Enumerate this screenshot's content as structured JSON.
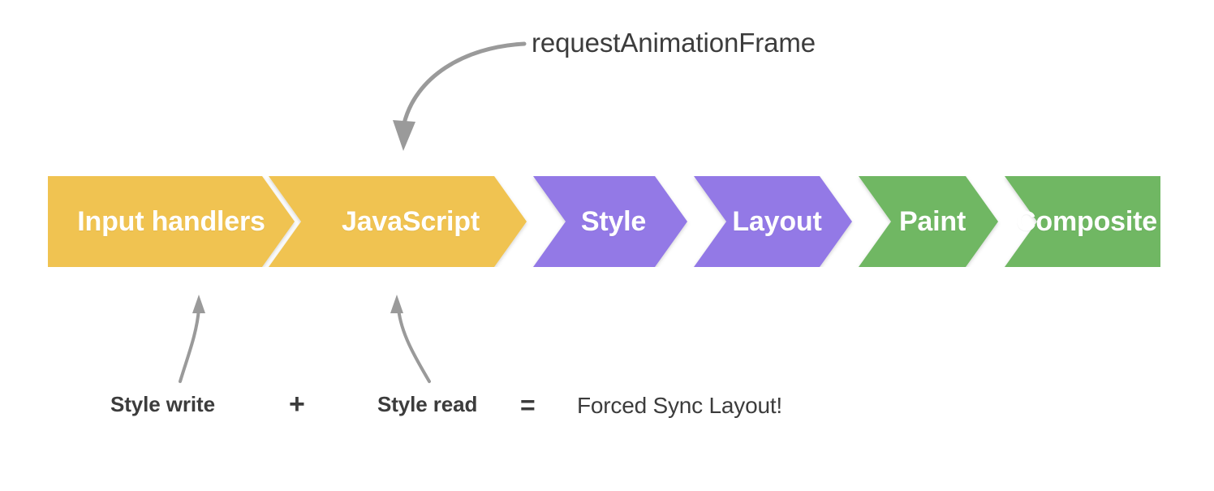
{
  "diagram": {
    "title_annotation": "requestAnimationFrame",
    "pipeline": {
      "stages": [
        {
          "label": "Input handlers",
          "color": "#f0c351",
          "group": "js"
        },
        {
          "label": "JavaScript",
          "color": "#f0c351",
          "group": "js"
        },
        {
          "label": "Style",
          "color": "#9379e6",
          "group": "style"
        },
        {
          "label": "Layout",
          "color": "#9379e6",
          "group": "style"
        },
        {
          "label": "Paint",
          "color": "#70b763",
          "group": "paint"
        },
        {
          "label": "Composite",
          "color": "#70b763",
          "group": "paint"
        }
      ],
      "label_color": "#ffffff",
      "separator_color": "#ffffff"
    },
    "equation": {
      "term_one": "Style write",
      "operator_plus": "+",
      "term_two": "Style read",
      "operator_equals": "=",
      "result": "Forced Sync Layout!"
    },
    "annotation_color": "#3c3c3c",
    "arrow_color": "#9a9a9a",
    "background_color": "#ffffff",
    "arrows": [
      {
        "name": "raf-arrow",
        "from": "requestAnimationFrame label",
        "to": "JavaScript stage"
      },
      {
        "name": "style-write-arrow",
        "from": "Style write label",
        "to": "Input handlers stage"
      },
      {
        "name": "style-read-arrow",
        "from": "Style read label",
        "to": "JavaScript stage"
      }
    ]
  }
}
